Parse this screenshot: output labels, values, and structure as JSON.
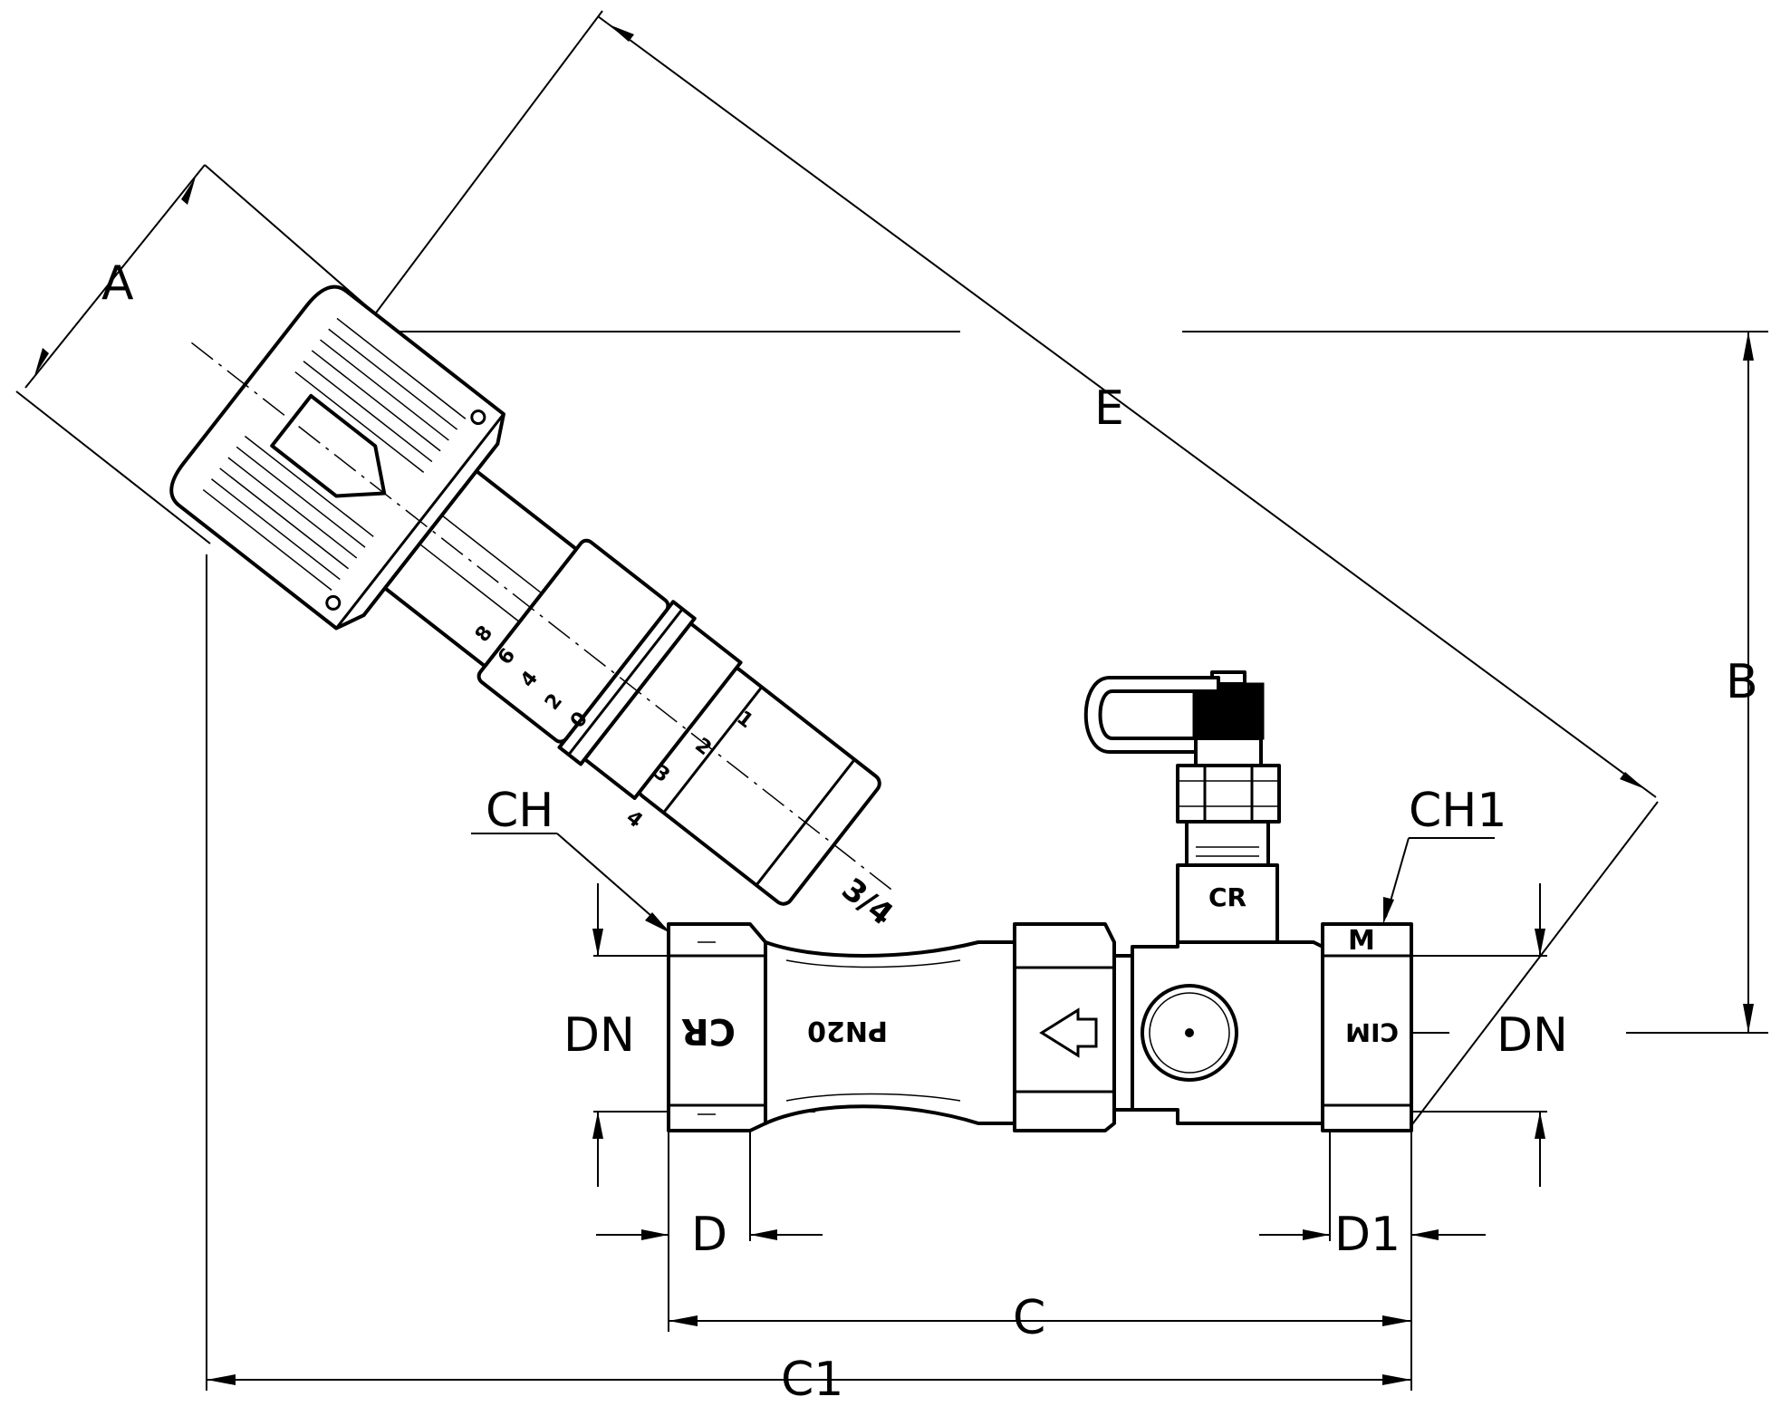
{
  "dimensions": {
    "A": "A",
    "B": "B",
    "C": "C",
    "C1": "C1",
    "D": "D",
    "D1": "D1",
    "E": "E",
    "CH": "CH",
    "CH1": "CH1",
    "DN_left": "DN",
    "DN_right": "DN"
  },
  "markings": {
    "body_pressure": "PN20",
    "body_size": "3/4",
    "scale_outer": [
      "1",
      "2",
      "3",
      "4"
    ],
    "scale_inner": [
      "0",
      "2",
      "4",
      "6",
      "8"
    ],
    "right_nut": "M",
    "logo_left": "CR",
    "logo_port": "CR",
    "logo_right": "CIM"
  }
}
